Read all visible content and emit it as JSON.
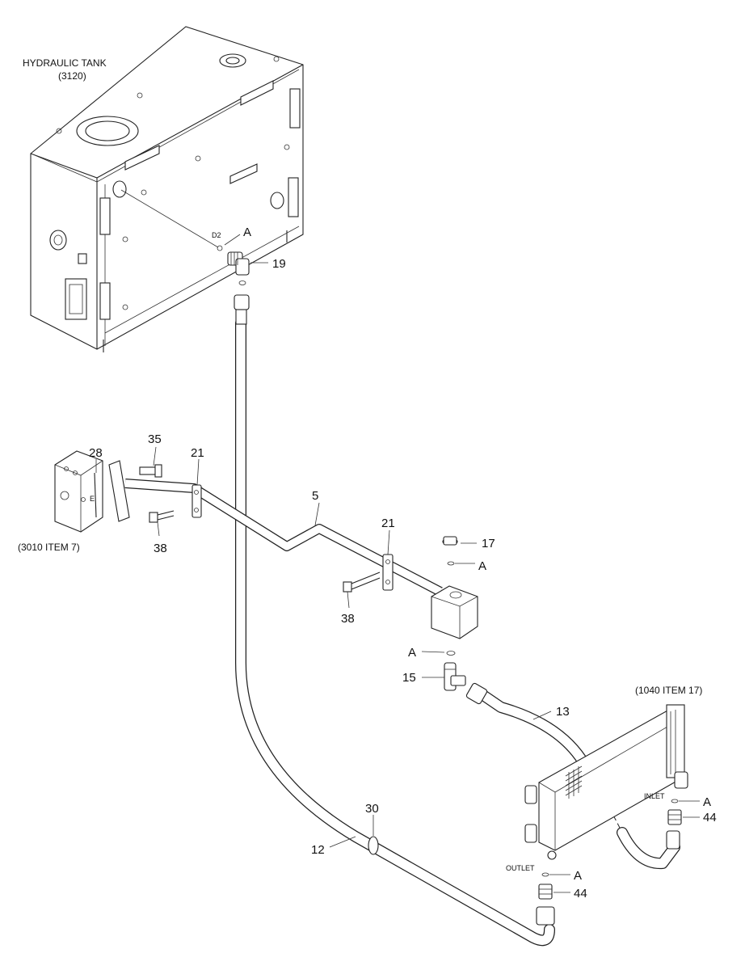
{
  "labels": {
    "tank_title": "HYDRAULIC TANK",
    "tank_code": "(3120)",
    "ref_3010": "(3010 ITEM 7)",
    "ref_1040": "(1040 ITEM 17)",
    "port_d2": "D2",
    "port_e": "E",
    "inlet": "INLET",
    "outlet": "OUTLET"
  },
  "callouts": {
    "c19": "19",
    "c35": "35",
    "c28": "28",
    "c21a": "21",
    "c21b": "21",
    "c38a": "38",
    "c38b": "38",
    "c5": "5",
    "c17": "17",
    "c15": "15",
    "c13": "13",
    "c12": "12",
    "c30": "30",
    "c44a": "44",
    "c44b": "44",
    "a1": "A",
    "a2": "A",
    "a3": "A",
    "a4": "A",
    "a5": "A"
  }
}
